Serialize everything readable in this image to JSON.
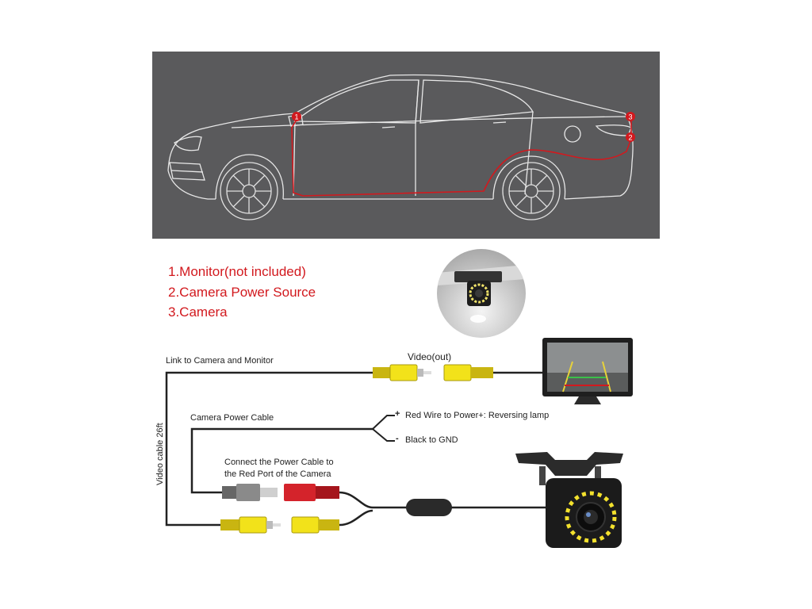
{
  "legend": {
    "item1": "1.Monitor(not included)",
    "item2": "2.Camera Power Source",
    "item3": "3.Camera"
  },
  "markers": {
    "m1": "1",
    "m2": "2",
    "m3": "3"
  },
  "labels": {
    "link": "Link to Camera and Monitor",
    "video_out": "Video(out)",
    "power_cable": "Camera Power Cable",
    "red_wire": "Red Wire to Power+: Reversing lamp",
    "black_wire": "Black to GND",
    "connect_line1": "Connect the Power Cable to",
    "connect_line2": "the Red Port of the Camera",
    "video_cable": "Video cable 26ft",
    "plus": "+",
    "minus": "-"
  },
  "colors": {
    "wire_red": "#d2191e",
    "panel_bg": "#5a5a5c",
    "rca_yellow": "#f2e21a",
    "rca_red": "#d4232b",
    "cable_black": "#222222"
  }
}
